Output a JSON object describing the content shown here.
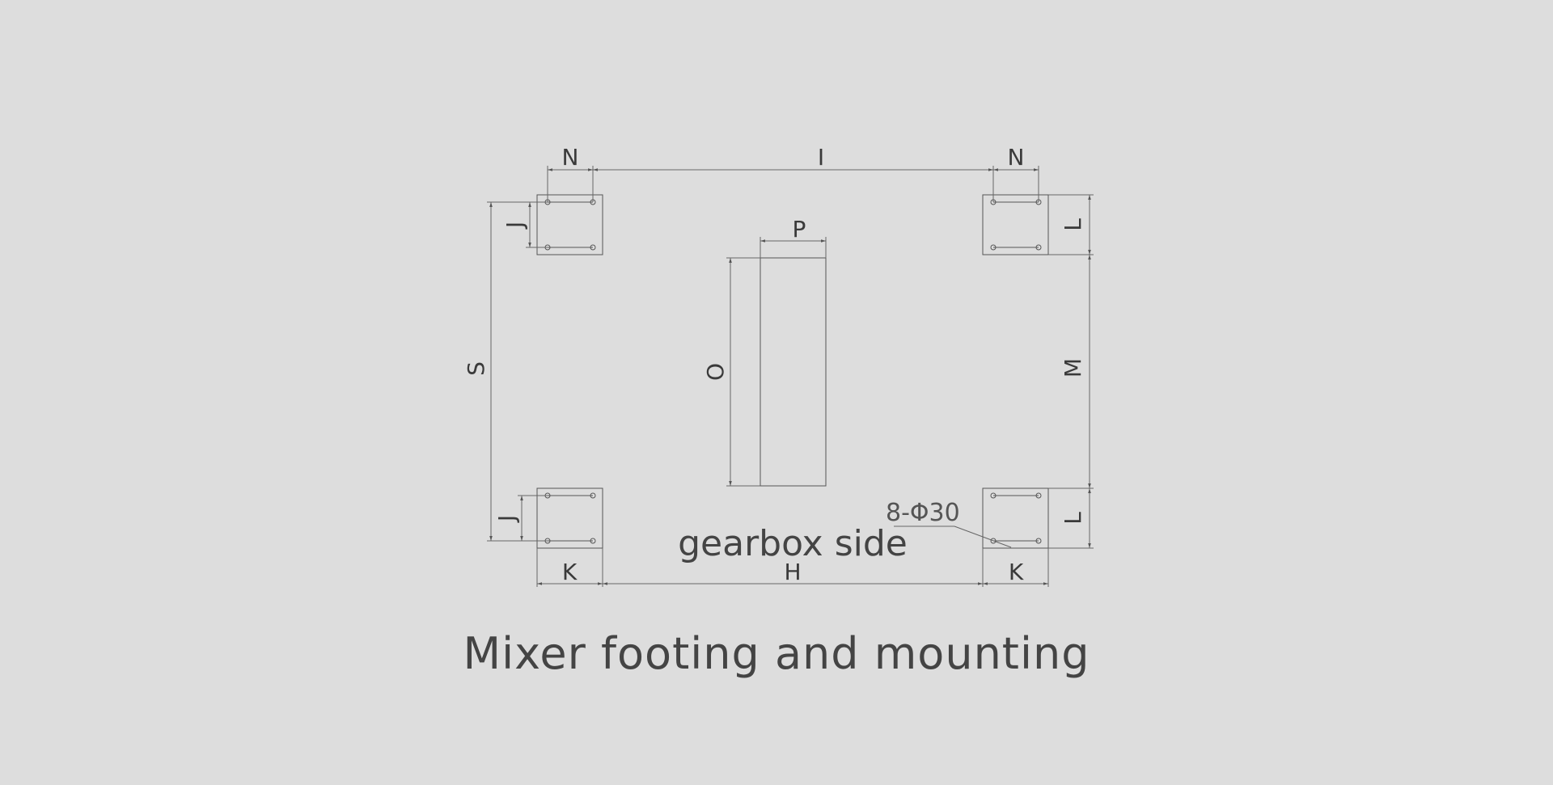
{
  "caption": "Mixer footing and mounting",
  "gearbox_label": "gearbox side",
  "hole_note": "8-Φ30",
  "dimensions": {
    "top_left_N": "N",
    "top_span_I": "I",
    "top_right_N": "N",
    "P": "P",
    "O": "O",
    "S": "S",
    "upper_J": "J",
    "lower_J": "J",
    "upper_L": "L",
    "lower_L": "L",
    "M": "M",
    "left_K": "K",
    "bottom_span_H": "H",
    "right_K": "K"
  },
  "colors": {
    "background": "#dddddd",
    "line": "#555555",
    "text": "#444444"
  }
}
